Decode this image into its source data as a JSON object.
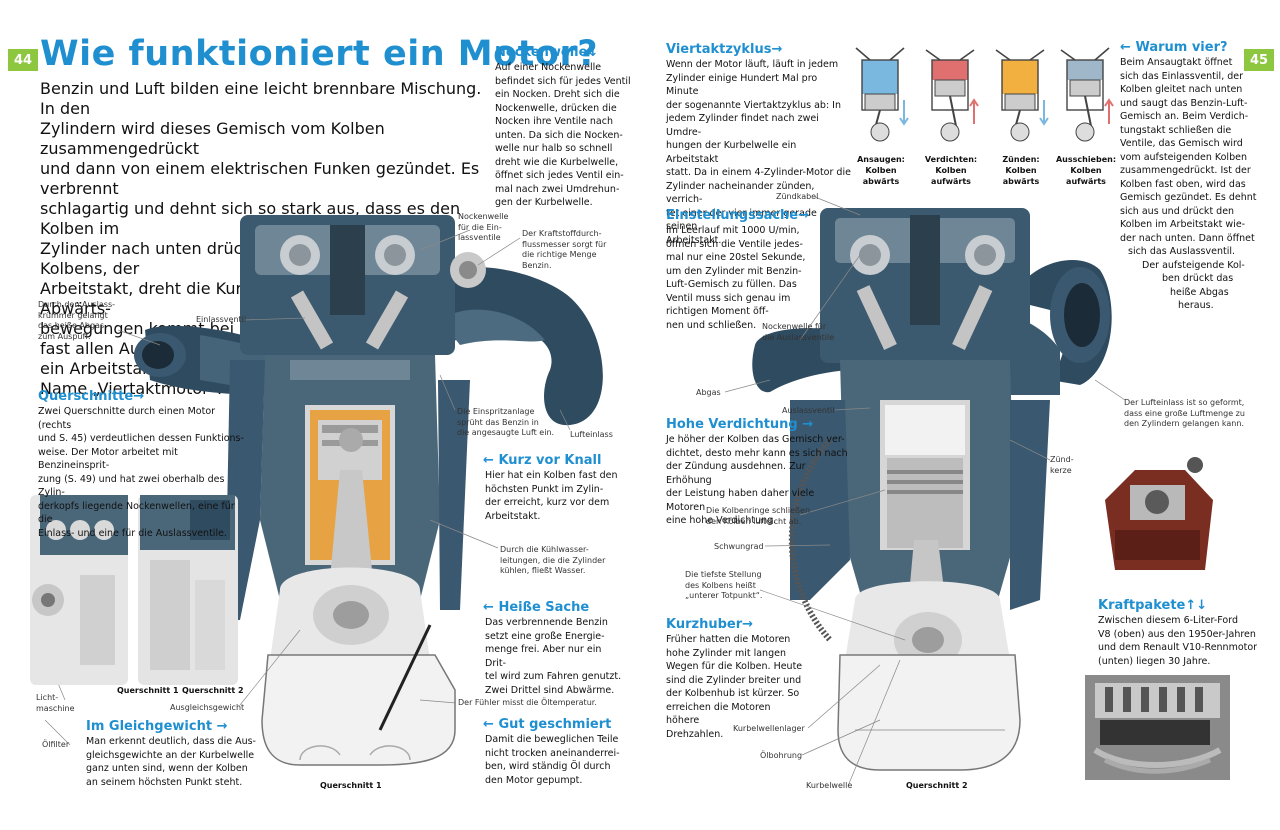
{
  "page_numbers": {
    "left": "44",
    "right": "45"
  },
  "title": "Wie funktioniert ein Motor?",
  "intro": [
    "Benzin und Luft bilden eine leicht brennbare Mischung. In den",
    "Zylindern wird dieses Gemisch vom Kolben zusammengedrückt",
    "und dann von einem elektrischen Funken gezündet. Es verbrennt",
    "schlagartig und dehnt sich so stark aus, dass es den Kolben im",
    "Zylinder nach unten drückt. Diese Bewegung des Kolbens, der",
    "Arbeitstakt, dreht die Kurbelwelle. Auf vier Auf- und Abwärts-",
    "bewegungen kommt bei",
    "fast allen Automotoren",
    "ein Arbeitstakt, daher der",
    "Name „Viertaktmotor“."
  ],
  "sections": {
    "nockenwelle": {
      "heading": "Nockenwelle",
      "arrow": "↓",
      "lines": [
        "Auf einer Nockenwelle",
        "befindet sich für jedes Ventil",
        "ein Nocken. Dreht sich die",
        "Nockenwelle, drücken die",
        "Nocken ihre Ventile nach",
        "unten. Da sich die Nocken-",
        "welle nur halb so schnell",
        "dreht wie die Kurbelwelle,",
        "öffnet sich jedes Ventil ein-",
        "mal nach zwei Umdrehun-",
        "gen der Kurbelwelle."
      ]
    },
    "querschnitte": {
      "heading": "Querschnitte",
      "arrow": "→",
      "lines": [
        "Zwei Querschnitte durch einen Motor (rechts",
        "und S. 45) verdeutlichen dessen Funktions-",
        "weise. Der Motor arbeitet mit Benzineinsprit-",
        "zung (S. 49) und hat zwei oberhalb des Zylin-",
        "derkopfs liegende Nockenwellen, eine für die",
        "Einlass- und eine für die Auslassventile."
      ]
    },
    "kurz_vor_knall": {
      "heading": "Kurz vor Knall",
      "arrow": "←",
      "lines": [
        "Hier hat ein Kolben fast den",
        "höchsten Punkt im Zylin-",
        "der erreicht, kurz vor dem",
        "Arbeitstakt."
      ]
    },
    "heisse_sache": {
      "heading": "Heiße Sache",
      "arrow": "←",
      "lines": [
        "Das verbrennende Benzin",
        "setzt eine große Energie-",
        "menge frei. Aber nur ein Drit-",
        "tel wird zum Fahren genutzt.",
        "Zwei Drittel sind Abwärme."
      ]
    },
    "gleichgewicht": {
      "heading": "Im Gleichgewicht",
      "arrow": "→",
      "lines": [
        "Man erkennt deutlich, dass die Aus-",
        "gleichsgewichte an der Kurbelwelle",
        "ganz unten sind, wenn der Kolben",
        "an seinem höchsten Punkt steht."
      ]
    },
    "geschmiert": {
      "heading": "Gut geschmiert",
      "arrow": "←",
      "lines": [
        "Damit die beweglichen Teile",
        "nicht trocken aneinanderrei-",
        "ben, wird ständig Öl durch",
        "den Motor gepumpt."
      ]
    },
    "viertakt": {
      "heading": "Viertaktzyklus",
      "arrow": "→",
      "lines": [
        "Wenn der Motor läuft, läuft in jedem",
        "Zylinder einige Hundert Mal pro Minute",
        "der sogenannte Viertaktzyklus ab: In",
        "jedem Zylinder findet nach zwei Umdre-",
        "hungen der Kurbelwelle ein Arbeitstakt",
        "statt. Da in einem 4-Zylinder-Motor die",
        "Zylinder nacheinander zünden, verrich-",
        "tet einer der vier immer gerade seinen",
        "Arbeitstakt."
      ]
    },
    "warum_vier": {
      "heading": "Warum vier?",
      "arrow": "←",
      "lines": [
        "Beim Ansaugtakt öffnet",
        "sich das Einlassventil, der",
        "Kolben gleitet nach unten",
        "und saugt das Benzin-Luft-",
        "Gemisch an. Beim Verdich-",
        "tungstakt schließen die",
        "Ventile, das Gemisch wird",
        "vom aufsteigenden Kolben",
        "zusammengedrückt. Ist der",
        "Kolben fast oben, wird das",
        "Gemisch gezündet. Es dehnt",
        "sich aus und drückt den",
        "Kolben im Arbeitstakt wie-",
        "der nach unten. Dann öffnet",
        "sich das Auslassventil.",
        "Der aufsteigende Kol-",
        "ben drückt das",
        "heiße Abgas",
        "heraus."
      ]
    },
    "einstellung": {
      "heading": "Einstellungssache",
      "arrow": "→",
      "lines": [
        "Im Leerlauf mit 1000 U/min,",
        "öffnen sich die Ventile jedes-",
        "mal nur eine 20stel Sekunde,",
        "um den Zylinder mit Benzin-",
        "Luft-Gemisch zu füllen. Das",
        "Ventil muss sich genau im",
        "richtigen Moment öff-",
        "nen und schließen."
      ]
    },
    "verdichtung": {
      "heading": "Hohe Verdichtung",
      "arrow": "→",
      "lines": [
        "Je höher der Kolben das Gemisch ver-",
        "dichtet, desto mehr kann es sich nach",
        "der Zündung ausdehnen. Zur Erhöhung",
        "der Leistung haben daher viele Motoren",
        "eine hohe Verdichtung."
      ]
    },
    "kurzhuber": {
      "heading": "Kurzhuber",
      "arrow": "→",
      "lines": [
        "Früher hatten die Motoren",
        "hohe Zylinder mit langen",
        "Wegen für die Kolben. Heute",
        "sind die Zylinder breiter und",
        "der Kolbenhub ist kürzer. So",
        "erreichen die Motoren höhere",
        "Drehzahlen."
      ]
    },
    "kraftpakete": {
      "heading": "Kraftpakete",
      "arrow": "↑↓",
      "lines": [
        "Zwischen diesem 6-Liter-Ford",
        "V8 (oben) aus den 1950er-Jahren",
        "und dem Renault V10-Rennmotor",
        "(unten) liegen 30 Jahre."
      ]
    }
  },
  "labels": {
    "auslasskruemmer": [
      "Durch den Auslass-",
      "krümmer gelangt",
      "das heiße Abgas",
      "zum Auspuff."
    ],
    "einlassventil": "Einlassventil",
    "nockenwelle_einlass": [
      "Nockenwelle",
      "für die Ein-",
      "lassventile"
    ],
    "kraftstoff": [
      "Der Kraftstoffdurch-",
      "flussmesser sorgt für",
      "die richtige Menge",
      "Benzin."
    ],
    "einspritz": [
      "Die Einspritzanlage",
      "sprüht das Benzin in",
      "die angesaugte Luft ein."
    ],
    "lufteinlass": "Lufteinlass",
    "kuehlwasser": [
      "Durch die Kühlwasser-",
      "leitungen, die die Zylinder",
      "kühlen, fließt Wasser."
    ],
    "lichtmaschine": [
      "Licht-",
      "maschine"
    ],
    "oelfilter": "Ölfilter",
    "ausgleich": "Ausgleichsgewicht",
    "fuehler": "Der Fühler misst die Öltemperatur.",
    "zuendkabel": "Zündkabel",
    "nockenwelle_auslass": [
      "Nockenwelle für",
      "die Auslassventile"
    ],
    "abgas": "Abgas",
    "auslassventil": "Auslassventil",
    "lufteinlass_form": [
      "Der Lufteinlass ist so geformt,",
      "dass eine große Luftmenge zu",
      "den Zylindern gelangen kann."
    ],
    "zuendkerze": [
      "Zünd-",
      "kerze"
    ],
    "kolbenringe": [
      "Die Kolbenringe schließen",
      "den Kolben luftdicht ab."
    ],
    "schwungrad": "Schwungrad",
    "totpunkt": [
      "Die tiefste Stellung",
      "des Kolbens heißt",
      "„unterer Totpunkt“."
    ],
    "kurbelwellenlager": "Kurbelwellenlager",
    "oelbohrung": "Ölbohrung",
    "kurbelwelle": "Kurbelwelle"
  },
  "captions": {
    "qs1_small": "Querschnitt 1",
    "qs2_small": "Querschnitt 2",
    "qs1": "Querschnitt 1",
    "qs2": "Querschnitt 2"
  },
  "strokes": [
    {
      "label": [
        "Ansaugen:",
        "Kolben",
        "abwärts"
      ],
      "dir": "down",
      "color": "#7ab8e0"
    },
    {
      "label": [
        "Verdichten:",
        "Kolben",
        "aufwärts"
      ],
      "dir": "up",
      "color": "#e07070"
    },
    {
      "label": [
        "Zünden:",
        "Kolben",
        "abwärts"
      ],
      "dir": "down",
      "color": "#7ab8e0"
    },
    {
      "label": [
        "Ausschieben:",
        "Kolben",
        "aufwärts"
      ],
      "dir": "up",
      "color": "#e07070"
    }
  ],
  "colors": {
    "accent": "#1f8fd0",
    "page_badge": "#8dc63f",
    "engine_dark": "#2f4b60",
    "engine_metal": "#b8b8b8",
    "chamber_orange": "#e6a243"
  }
}
